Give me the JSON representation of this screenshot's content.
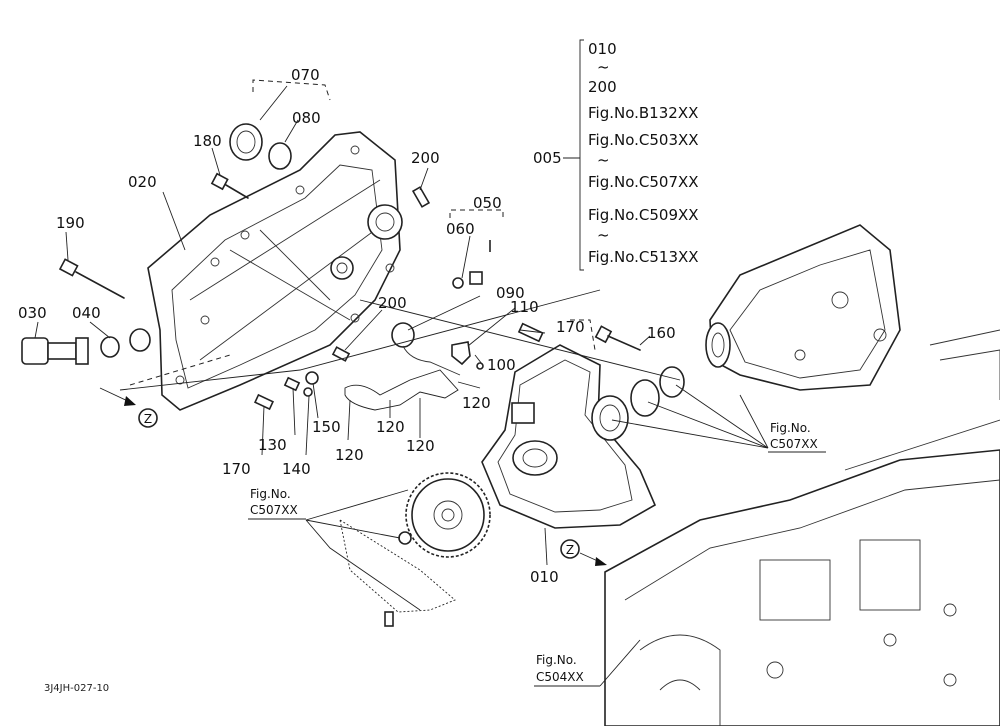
{
  "part_labels": {
    "p005": "005",
    "p010": "010",
    "p020": "020",
    "p030": "030",
    "p040": "040",
    "p050": "050",
    "p060": "060",
    "p070": "070",
    "p080": "080",
    "p090": "090",
    "p100": "100",
    "p110": "110",
    "p120a": "120",
    "p120b": "120",
    "p120c": "120",
    "p120d": "120",
    "p130": "130",
    "p140": "140",
    "p150": "150",
    "p160": "160",
    "p170a": "170",
    "p170b": "170",
    "p180": "180",
    "p190": "190",
    "p200a": "200",
    "p200b": "200"
  },
  "range_list": {
    "from": "010",
    "tilde1": "~",
    "to": "200",
    "fig1": "Fig.No.B132XX",
    "fig2": "Fig.No.C503XX",
    "tilde2": "~",
    "fig3": "Fig.No.C507XX",
    "fig4": "Fig.No.C509XX",
    "tilde3": "~",
    "fig5": "Fig.No.C513XX"
  },
  "fig_refs": {
    "right_line1": "Fig.No.",
    "right_line2": "C507XX",
    "left_line1": "Fig.No.",
    "left_line2": "C507XX",
    "bottom_line1": "Fig.No.",
    "bottom_line2": "C504XX"
  },
  "view_markers": {
    "z_left": "Z",
    "z_right": "Z"
  },
  "drawing_code": "3J4JH-027-10"
}
